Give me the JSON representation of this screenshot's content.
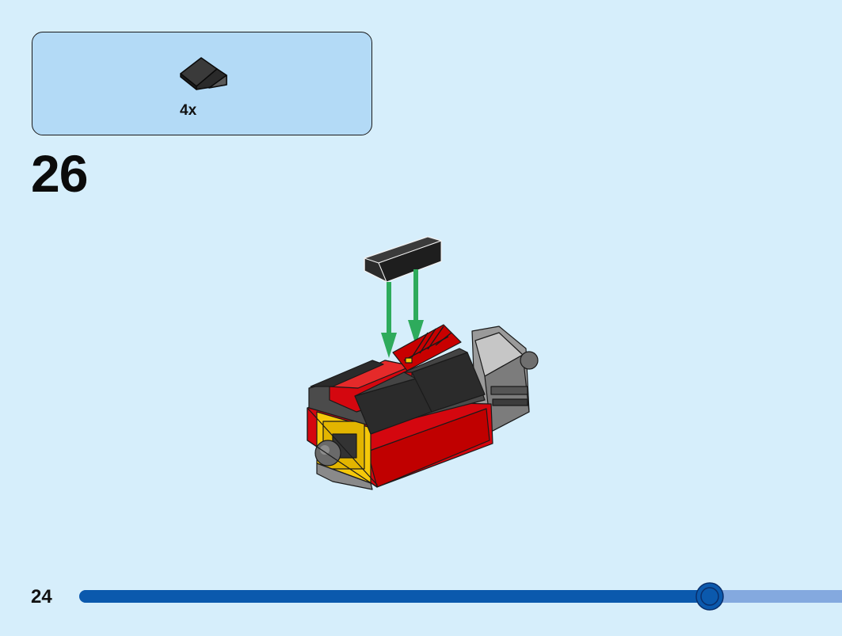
{
  "parts_list": {
    "items": [
      {
        "quantity": "4x",
        "icon": "black-slope-tile-icon",
        "color": "#2b2b2b"
      }
    ]
  },
  "step": {
    "number": "26"
  },
  "page": {
    "number": "24"
  },
  "progress": {
    "fraction": 0.827
  },
  "colors": {
    "background": "#d6eefb",
    "parts_box": "#b3daf6",
    "progress_fill": "#0b59ad",
    "progress_track": "#84a9df",
    "arrow": "#2eab5c",
    "brick_red": "#d4070f",
    "brick_yellow": "#f5c80a",
    "brick_black": "#2b2b2b",
    "brick_gray": "#9a9a9a"
  }
}
